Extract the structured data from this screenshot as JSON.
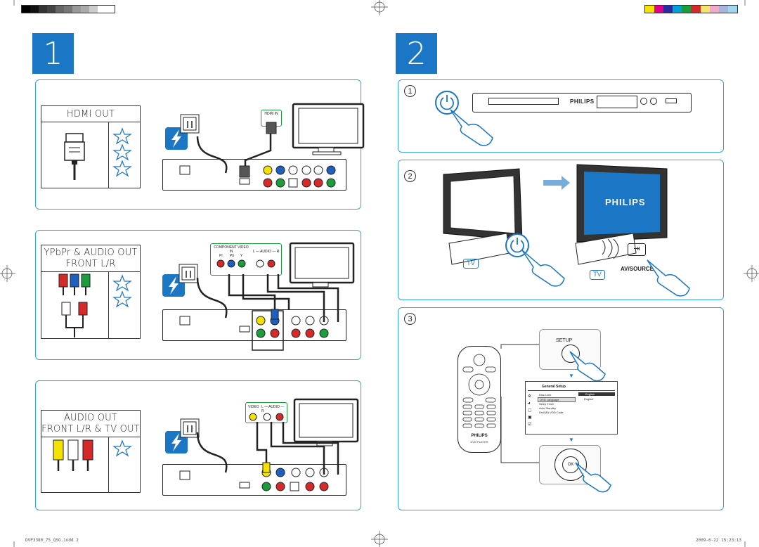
{
  "steps": {
    "step1": "1",
    "step2": "2"
  },
  "substeps": {
    "a": "1",
    "b": "2",
    "c": "3"
  },
  "panel_hdmi": {
    "title": "HDMI OUT",
    "port_label": "HDMI IN"
  },
  "panel_component": {
    "title_line1": "YPbPr & AUDIO OUT",
    "title_line2": "FRONT L/R",
    "port_label": "COMPONENT VIDEO IN",
    "sub_labels": [
      "Pr",
      "Pb",
      "Y"
    ],
    "audio_label": "L — AUDIO — R"
  },
  "panel_composite": {
    "title_line1": "AUDIO OUT",
    "title_line2": "FRONT L/R & TV OUT",
    "video_label": "VIDEO",
    "audio_label": "L — AUDIO — R"
  },
  "player": {
    "brand": "PHILIPS"
  },
  "tv_screen": {
    "brand": "PHILIPS"
  },
  "tv_button": "TV",
  "source_button": "AV/SOURCE",
  "setup_button": "SETUP",
  "ok_button": "OK",
  "remote": {
    "brand": "PHILIPS",
    "model": "DVD PLAYER"
  },
  "setup_menu": {
    "title": "General Setup",
    "items": [
      "Disc Lock",
      "OSD Language",
      "Sleep Timer",
      "Auto Standby",
      "DivX(R) VOD Code"
    ],
    "options": [
      "English",
      "English"
    ]
  },
  "footer": {
    "left": "DVP3380_75_QSG.indd   2",
    "right": "2009-6-22   15:23:13"
  },
  "colors": {
    "accent": "#1b76c5",
    "panel_border": "#35a4de",
    "red": "#d42a2a",
    "green": "#1a9d3a",
    "blue": "#1f5fbf",
    "yellow": "#f4e100"
  },
  "color_bars_right": [
    "#f4e100",
    "#e0008a",
    "#2a2aa0",
    "#00a0d8",
    "#1a9d3a",
    "#d42a2a",
    "#f6e36a",
    "#f0a9c8",
    "#a6b4e0",
    "#9fd6ee"
  ]
}
